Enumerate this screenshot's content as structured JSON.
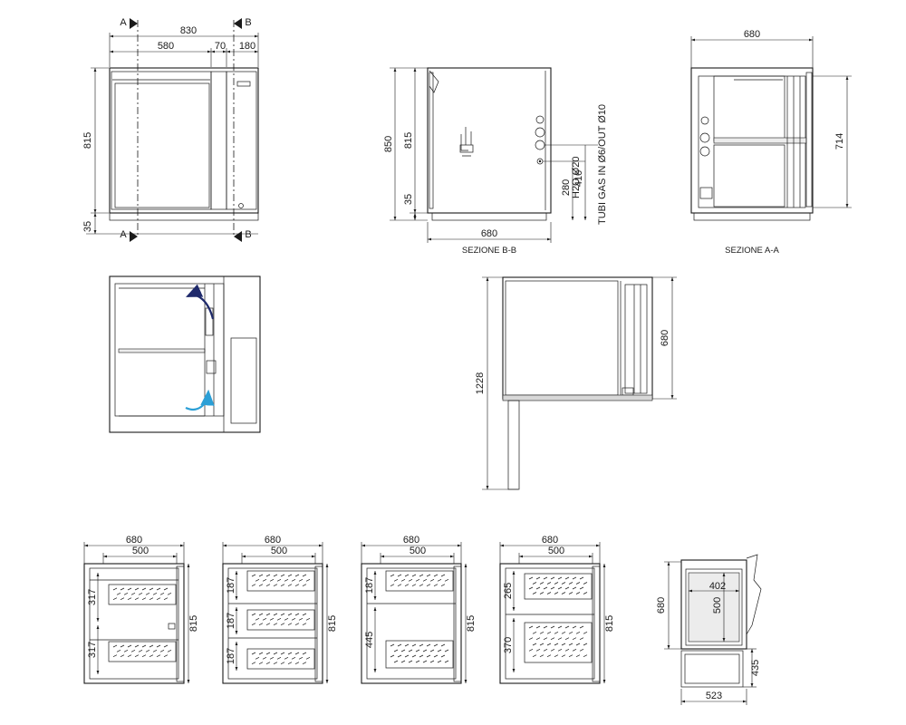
{
  "front_view": {
    "section_markers": [
      "A",
      "B"
    ],
    "dims": {
      "total_width": "830",
      "left": "580",
      "middle": "70",
      "right": "180",
      "height": "815",
      "foot": "35"
    }
  },
  "section_bb": {
    "title": "SEZIONE B-B",
    "dims": {
      "total_height": "850",
      "body_height": "815",
      "foot": "35",
      "width": "680",
      "h2o_height": "280",
      "gas_height": "410"
    },
    "labels": {
      "h2o": "H2O Ø20",
      "gas": "TUBI GAS IN Ø6/OUT Ø10"
    }
  },
  "section_aa": {
    "title": "SEZIONE A-A",
    "dims": {
      "width": "680",
      "height": "714"
    }
  },
  "side_view": {
    "dims": {
      "height": "1228",
      "depth": "680"
    }
  },
  "configs": [
    {
      "dims": {
        "outer": "680",
        "inner": "500",
        "height": "815",
        "upper": "317",
        "lower": "317"
      }
    },
    {
      "dims": {
        "outer": "680",
        "inner": "500",
        "height": "815",
        "d1": "187",
        "d2": "187",
        "d3": "187"
      }
    },
    {
      "dims": {
        "outer": "680",
        "inner": "500",
        "height": "815",
        "upper": "187",
        "lower": "445"
      }
    },
    {
      "dims": {
        "outer": "680",
        "inner": "500",
        "height": "815",
        "upper": "265",
        "lower": "370"
      }
    }
  ],
  "pan_detail": {
    "dims": {
      "depth": "680",
      "pan_width": "402",
      "pan_depth": "500",
      "height": "435",
      "width": "523"
    }
  },
  "colors": {
    "line": "#1a1a1a",
    "arrow_dark": "#1f2a6b",
    "arrow_light": "#2b9fd6"
  }
}
